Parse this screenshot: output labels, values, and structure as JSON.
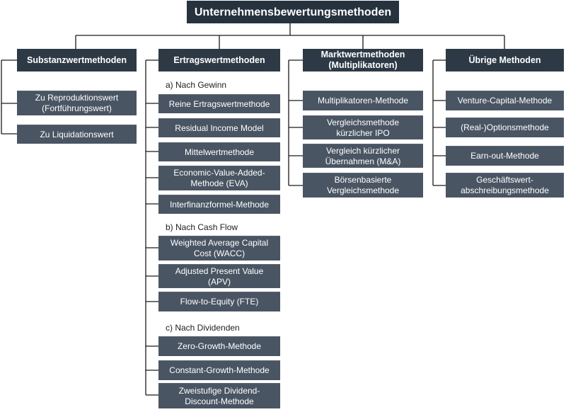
{
  "root": "Unternehmensbewertungsmethoden",
  "columns": [
    {
      "title": "Substanzwertmethoden",
      "items": [
        "Zu Reproduktionswert\n(Fortführungswert)",
        "Zu Liquidationswert"
      ]
    },
    {
      "title": "Ertragswertmethoden",
      "sections": [
        {
          "label": "a) Nach Gewinn",
          "items": [
            "Reine Ertragswertmethode",
            "Residual Income Model",
            "Mittelwertmethode",
            "Economic-Value-Added-\nMethode (EVA)",
            "Interfinanzformel-Methode"
          ]
        },
        {
          "label": "b) Nach Cash Flow",
          "items": [
            "Weighted Average Capital\nCost (WACC)",
            "Adjusted Present Value\n(APV)",
            "Flow-to-Equity (FTE)"
          ]
        },
        {
          "label": "c) Nach Dividenden",
          "items": [
            "Zero-Growth-Methode",
            "Constant-Growth-Methode",
            "Zweistufige Dividend-\nDiscount-Methode"
          ]
        }
      ]
    },
    {
      "title": "Marktwertmethoden\n(Multiplikatoren)",
      "items": [
        "Multiplikatoren-Methode",
        "Vergleichsmethode\nkürzlicher IPO",
        "Vergleich kürzlicher\nÜbernahmen (M&A)",
        "Börsenbasierte\nVergleichsmethode"
      ]
    },
    {
      "title": "Übrige Methoden",
      "items": [
        "Venture-Capital-Methode",
        "(Real-)Optionsmethode",
        "Earn-out-Methode",
        "Geschäftswert-\nabschreibungsmethode"
      ]
    }
  ]
}
